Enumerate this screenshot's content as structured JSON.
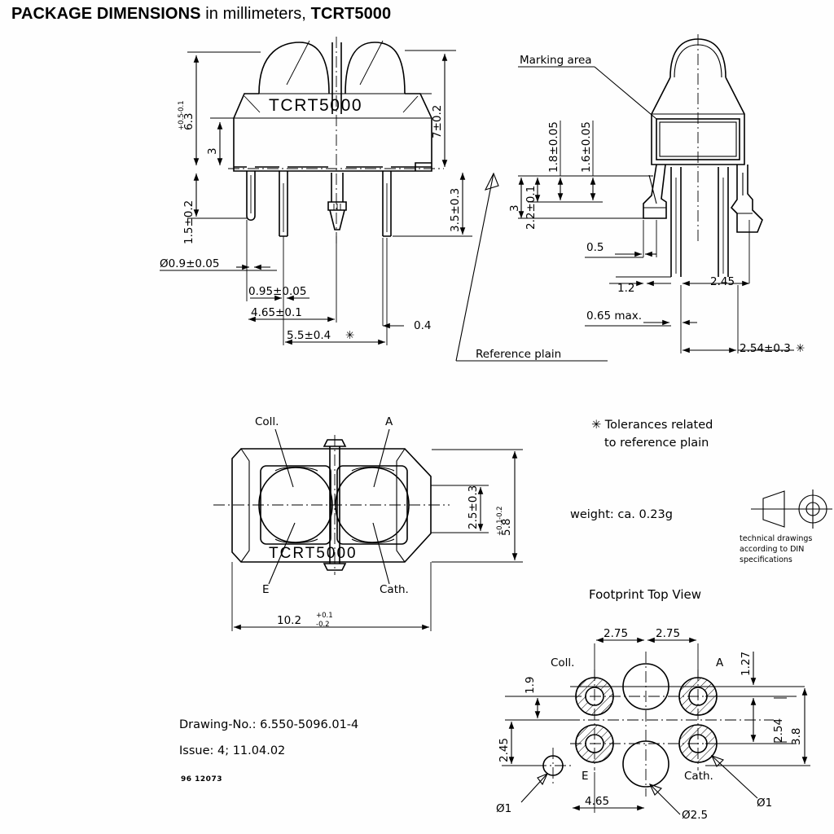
{
  "header": {
    "bold_1": "PACKAGE DIMENSIONS",
    "normal": " in millimeters, ",
    "bold_2": "TCRT5000"
  },
  "front_view": {
    "body_marking": "TCRT5000",
    "dims": {
      "height_total": "6.3",
      "height_total_plus": "+0.5",
      "height_total_minus": "-0.1",
      "lead_shoulder": "3",
      "lead_tip": "1.5±0.2",
      "lead_dia": "Ø0.9±0.05",
      "pitch_a": "0.95±0.05",
      "pitch_b": "4.65±0.1",
      "pitch_c": "5.5±0.4",
      "pitch_c_star": "✳",
      "right_height": "7±0.2",
      "right_lead": "3.5±0.3",
      "tab_width": "0.4",
      "ref_plain": "Reference plain"
    }
  },
  "side_view": {
    "marking_area": "Marking area",
    "dims": {
      "d_18": "1.8±0.05",
      "d_16": "1.6±0.05",
      "d_22": "2.2±0.1",
      "d_3": "3",
      "d_05": "0.5",
      "d_12": "1.2",
      "d_245": "2.45",
      "d_065": "0.65 max.",
      "d_254": "2.54±0.3",
      "d_254_star": "✳"
    }
  },
  "top_view": {
    "body_marking": "TCRT5000",
    "labels": {
      "coll": "Coll.",
      "a": "A",
      "e": "E",
      "cath": "Cath."
    },
    "dims": {
      "window": "2.5±0.3",
      "width": "5.8",
      "width_plus": "+0.1",
      "width_minus": "-0.2",
      "length": "10.2",
      "length_plus": "+0.1",
      "length_minus": "-0.2"
    }
  },
  "notes": {
    "tolerance_star": "✳",
    "tolerance_line1": "Tolerances related",
    "tolerance_line2": "to reference plain",
    "weight": "weight: ca. 0.23g",
    "din_line1": "technical drawings",
    "din_line2": "according to DIN",
    "din_line3": "specifications"
  },
  "footprint": {
    "title": "Footprint Top View",
    "labels": {
      "coll": "Coll.",
      "a": "A",
      "e": "E",
      "cath": "Cath."
    },
    "dims": {
      "p275_left": "2.75",
      "p275_right": "2.75",
      "d127": "1.27",
      "d254": "2.54",
      "d38": "3.8",
      "d19": "1.9",
      "d245": "2.45",
      "d465": "4.65",
      "dia1_left": "Ø1",
      "dia1_right": "Ø1",
      "dia25": "Ø2.5"
    }
  },
  "footer": {
    "drawing_no": "Drawing-No.: 6.550-5096.01-4",
    "issue": "Issue: 4;  11.04.02",
    "code": "96 12073"
  },
  "colors": {
    "ink": "#000000",
    "paper": "#fefefe"
  }
}
